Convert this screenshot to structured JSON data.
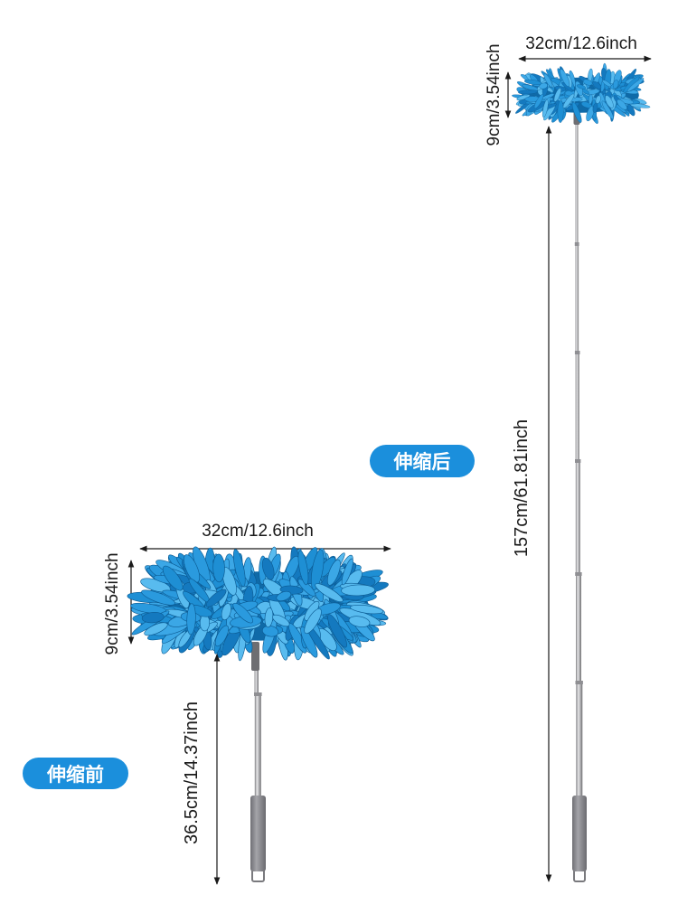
{
  "extended": {
    "badge": "伸缩后",
    "width_label": "32cm/12.6inch",
    "height_label": "9cm/3.54inch",
    "length_label": "157cm/61.81inch"
  },
  "retracted": {
    "badge": "伸缩前",
    "width_label": "32cm/12.6inch",
    "height_label": "9cm/3.54inch",
    "length_label": "36.5cm/14.37inch"
  },
  "colors": {
    "badge": "#1b8fdc",
    "chenille": [
      "#1e8fd4",
      "#3ba7e6",
      "#1479bf",
      "#58bbef",
      "#2a9ade"
    ],
    "chenille_base": "#0f6aa8",
    "chenille_edge": "#0b5a92",
    "handle": "#8c8c91",
    "neck": "#6e6e72"
  }
}
